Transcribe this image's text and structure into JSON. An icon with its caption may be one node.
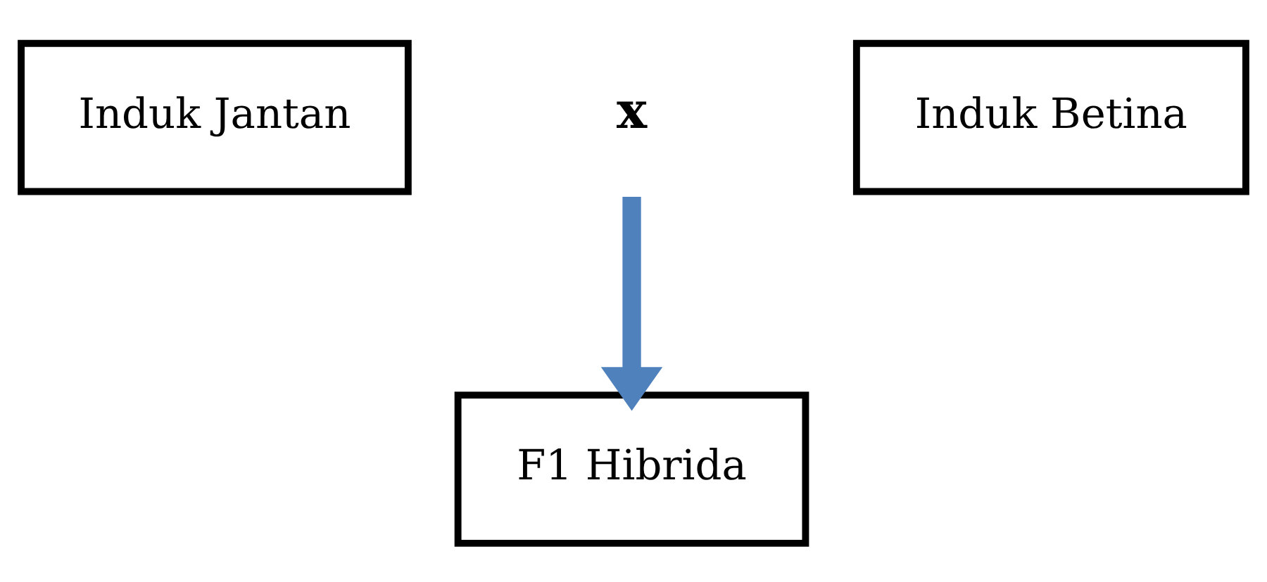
{
  "diagram": {
    "nodes": [
      {
        "text": [
          "Induk Jantan"
        ]
      },
      {
        "text": [
          "x"
        ]
      },
      {
        "text": [
          "Induk Betina"
        ]
      },
      {
        "text": [
          "F1 Hibrida"
        ]
      }
    ],
    "edges": [
      {
        "from": 1,
        "to": 3,
        "arrow": "to",
        "color": "#4f81bd"
      }
    ]
  }
}
